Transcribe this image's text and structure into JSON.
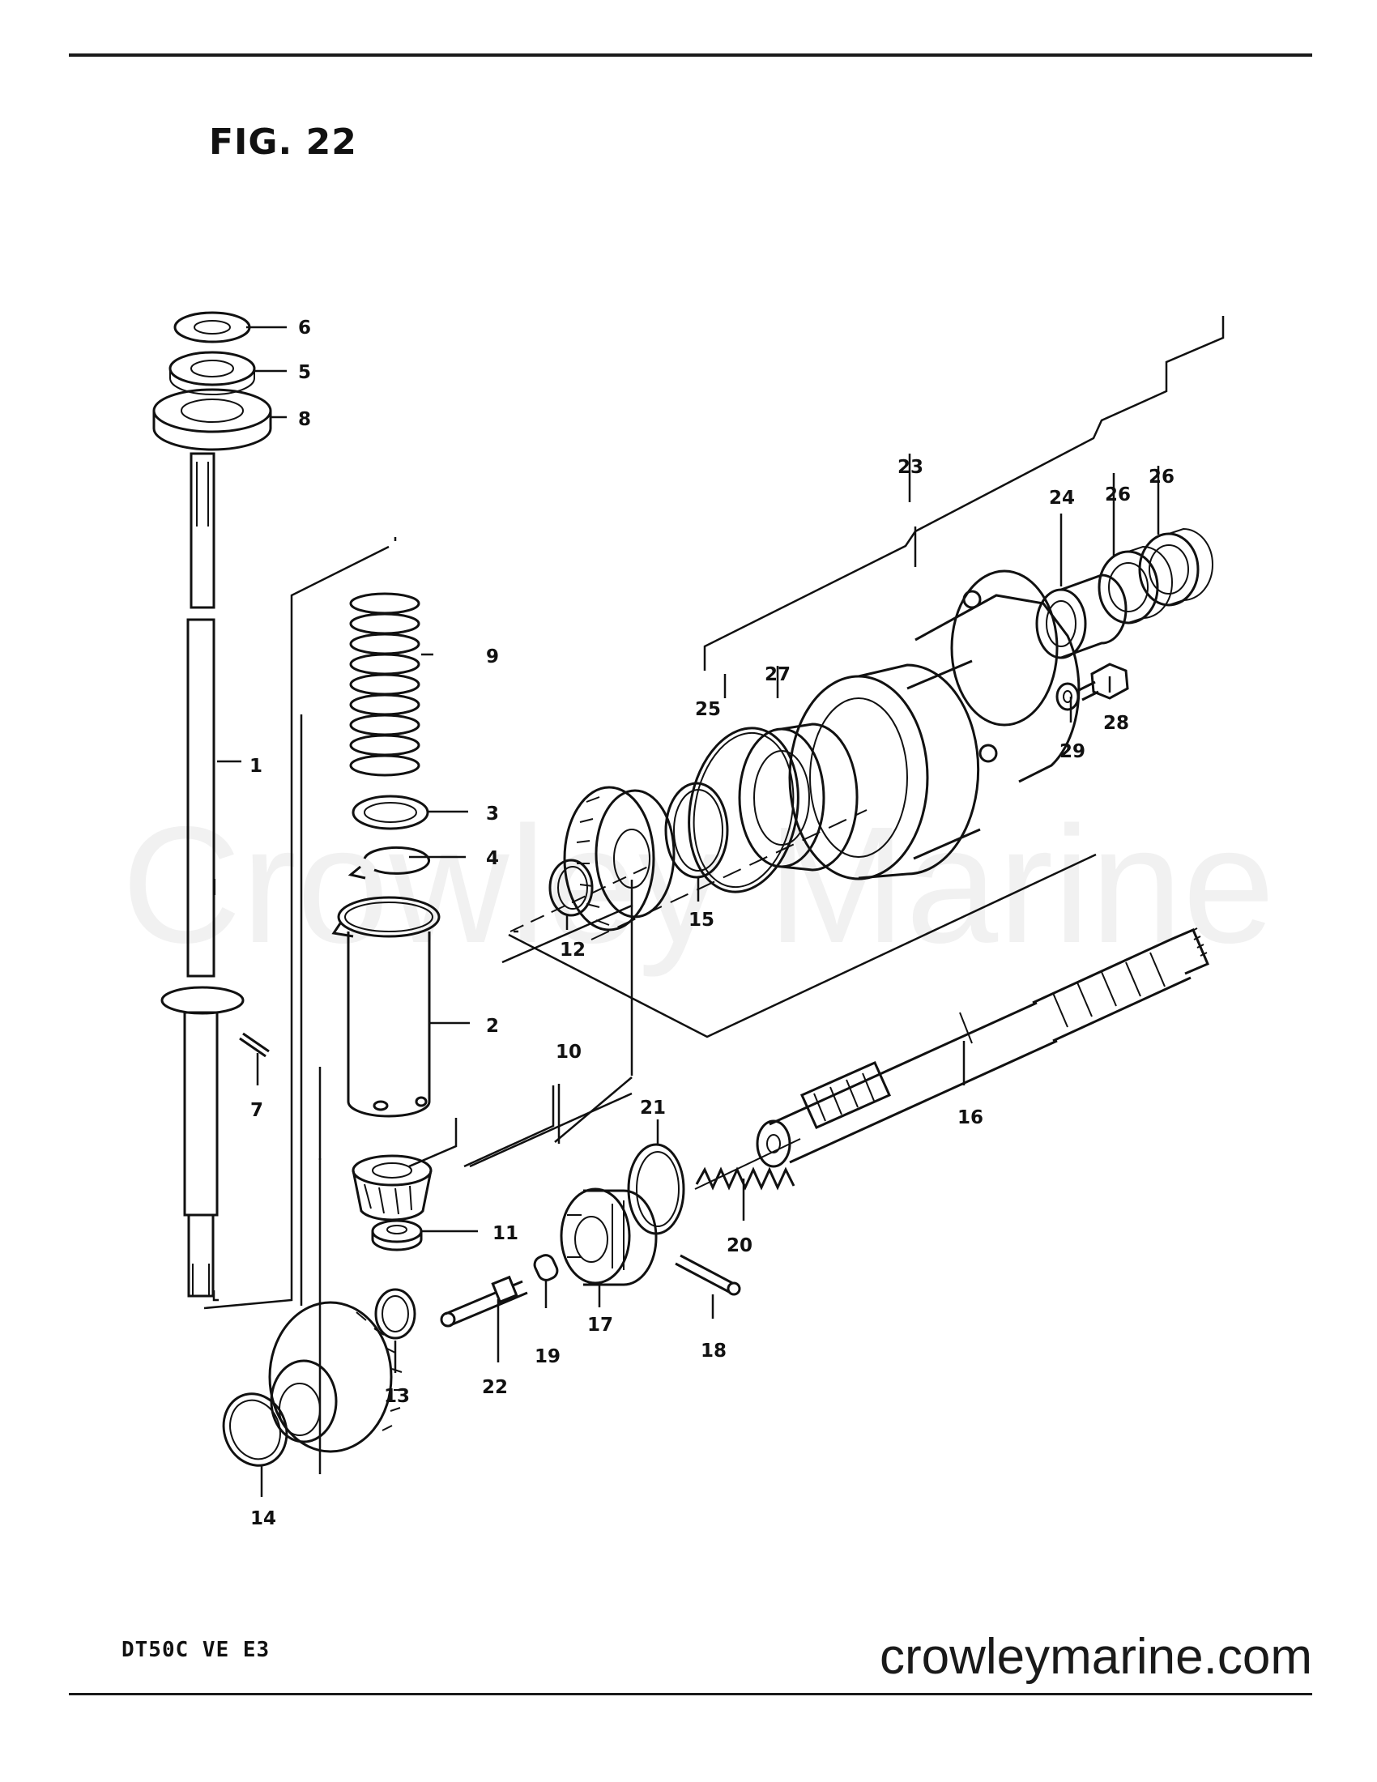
{
  "figure": {
    "title": "FIG. 22",
    "model": "DT50C VE E3",
    "site": "crowleymarine.com",
    "watermark": "Crowley Marine"
  },
  "callouts": [
    "1",
    "2",
    "3",
    "4",
    "5",
    "6",
    "7",
    "8",
    "9",
    "10",
    "11",
    "12",
    "13",
    "14",
    "15",
    "16",
    "17",
    "18",
    "19",
    "20",
    "21",
    "22",
    "23",
    "24",
    "25",
    "26",
    "27",
    "28",
    "29"
  ]
}
